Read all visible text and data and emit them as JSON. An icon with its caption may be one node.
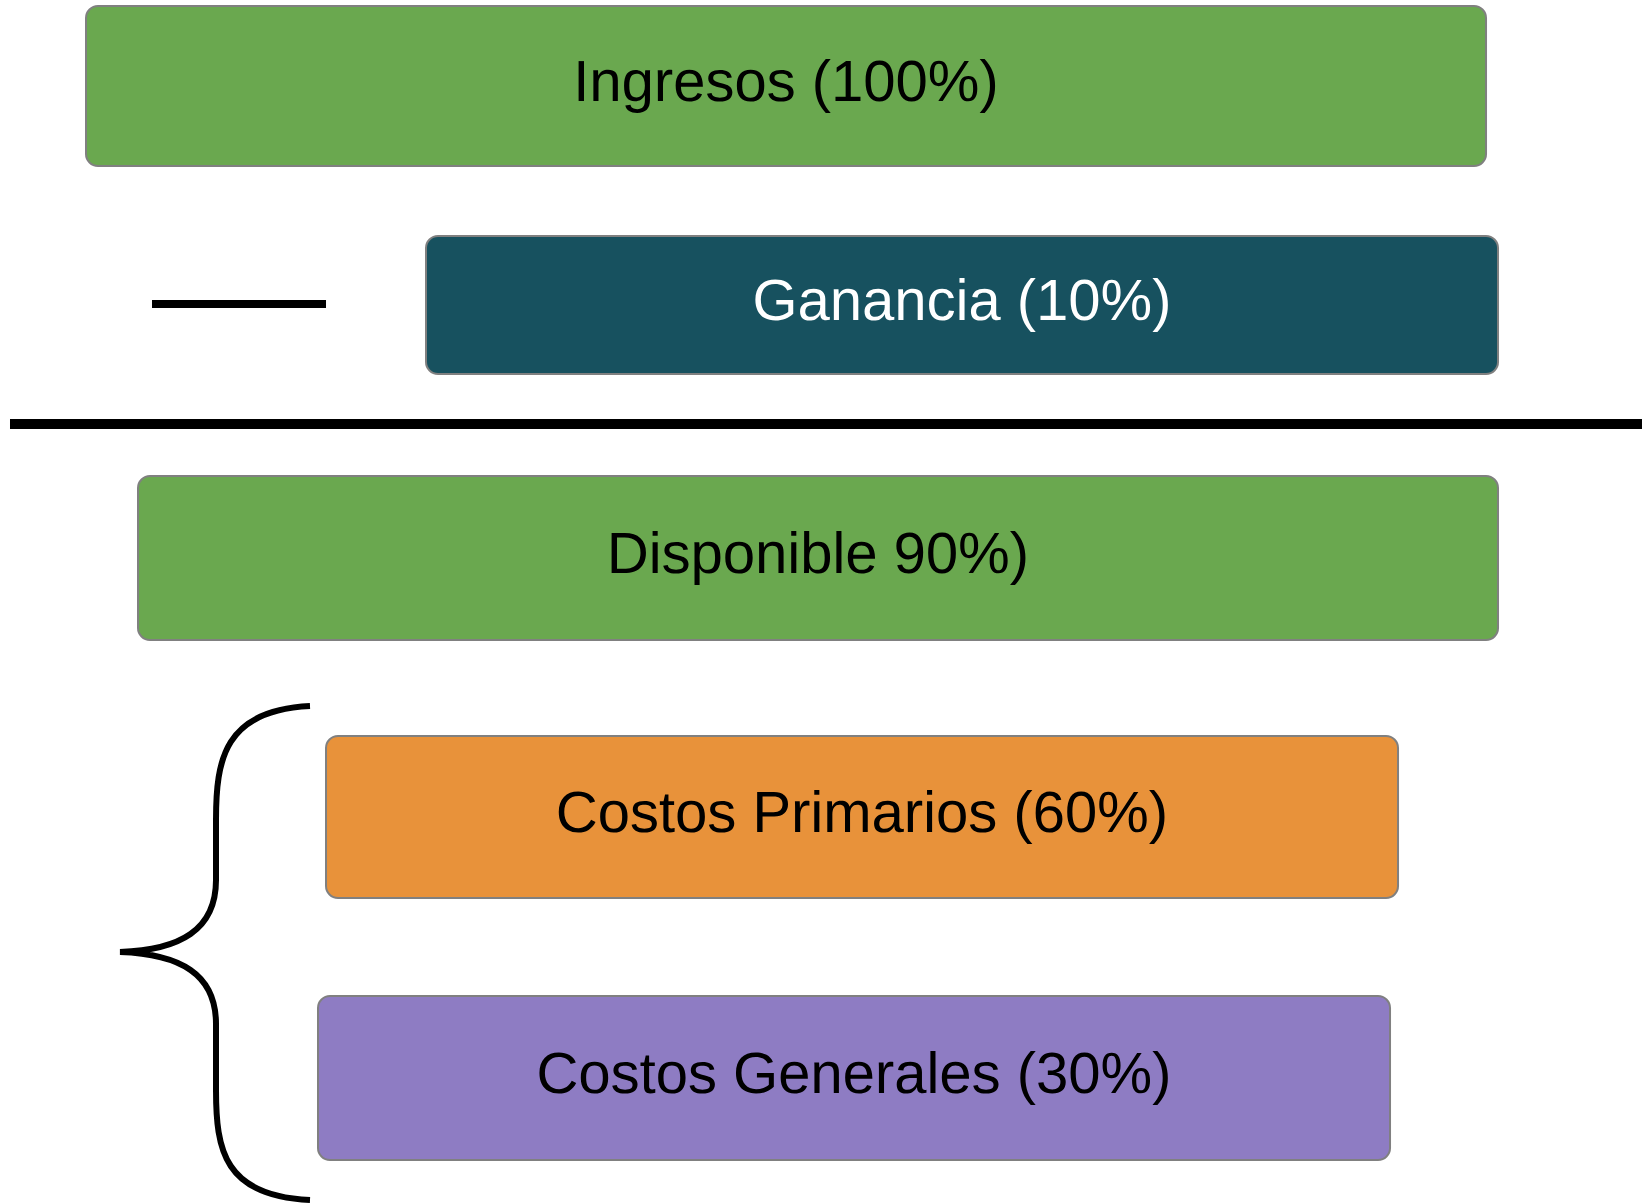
{
  "diagram": {
    "nodes": [
      {
        "text": [
          "Ingresos (100%)"
        ]
      },
      {
        "text": [
          "Ganancia (10%)"
        ]
      },
      {
        "text": [
          "Disponible 90%)"
        ]
      },
      {
        "text": [
          "Costos Primarios (60%)"
        ]
      },
      {
        "text": [
          "Costos Generales (30%)"
        ]
      }
    ]
  }
}
